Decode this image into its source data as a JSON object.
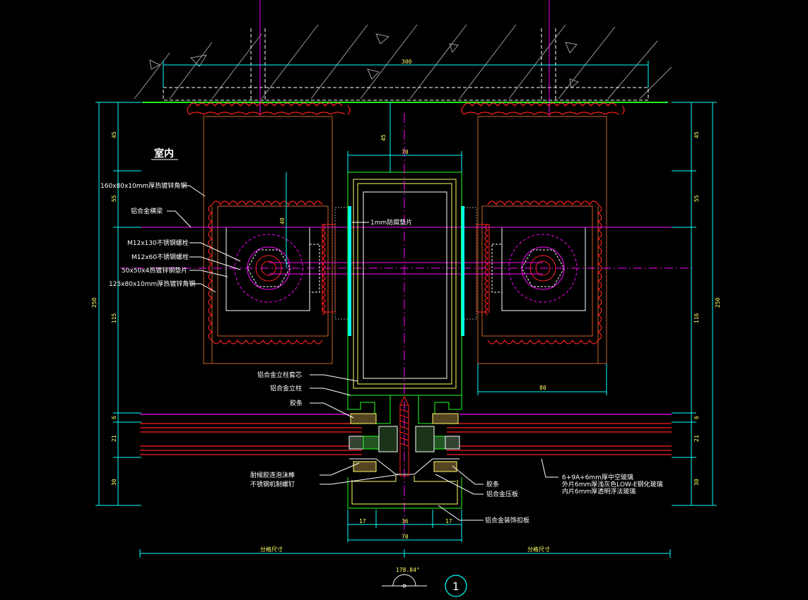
{
  "room_label": "室内",
  "labels_left": [
    "160x80x10mm厚热镀锌角钢",
    "铝合金横梁",
    "M12x130不锈钢螺栓",
    "M12x60不锈钢螺栓",
    "50x50x4热镀锌钢垫片",
    "125x80x10mm厚热镀锌角钢",
    "铝合金立柱套芯",
    "铝合金立柱",
    "胶条",
    "耐候胶连泡沫棒",
    "不锈钢机制螺钉"
  ],
  "label_pad": "1mm防腐垫片",
  "labels_right_bottom": [
    "胶条",
    "铝合金压板",
    "铝合金装饰扣板"
  ],
  "glass_spec": [
    "6+9A+6mm厚中空玻璃",
    "外片6mm厚浅灰色LOW-E钢化玻璃",
    "内片6mm厚透明浮法玻璃"
  ],
  "dims": {
    "top_300": "300",
    "mullion_70_top": "70",
    "embed_45": "45",
    "left_45": "45",
    "left_55": "55",
    "left_40": "40",
    "left_115": "115",
    "left_250": "250",
    "left_6": "6",
    "left_21": "21",
    "left_30": "30",
    "right_45": "45",
    "right_55": "55",
    "right_116": "116",
    "right_250": "250",
    "right_6": "6",
    "right_21": "21",
    "right_30": "30",
    "width_80": "80",
    "b17_left": "17",
    "b36": "36",
    "b17_right": "17",
    "b70": "70",
    "grid_left": "分格尺寸",
    "grid_right": "分格尺寸",
    "angle": "178.84°"
  },
  "detail_number": "1",
  "colors": {
    "cyan": "#00ffff",
    "red": "#ff2020",
    "yellow": "#ffff66",
    "green": "#20ff20",
    "magenta": "#ff00ff",
    "white": "#ffffff",
    "brown": "#c86428",
    "grey": "#9a9a9a"
  }
}
